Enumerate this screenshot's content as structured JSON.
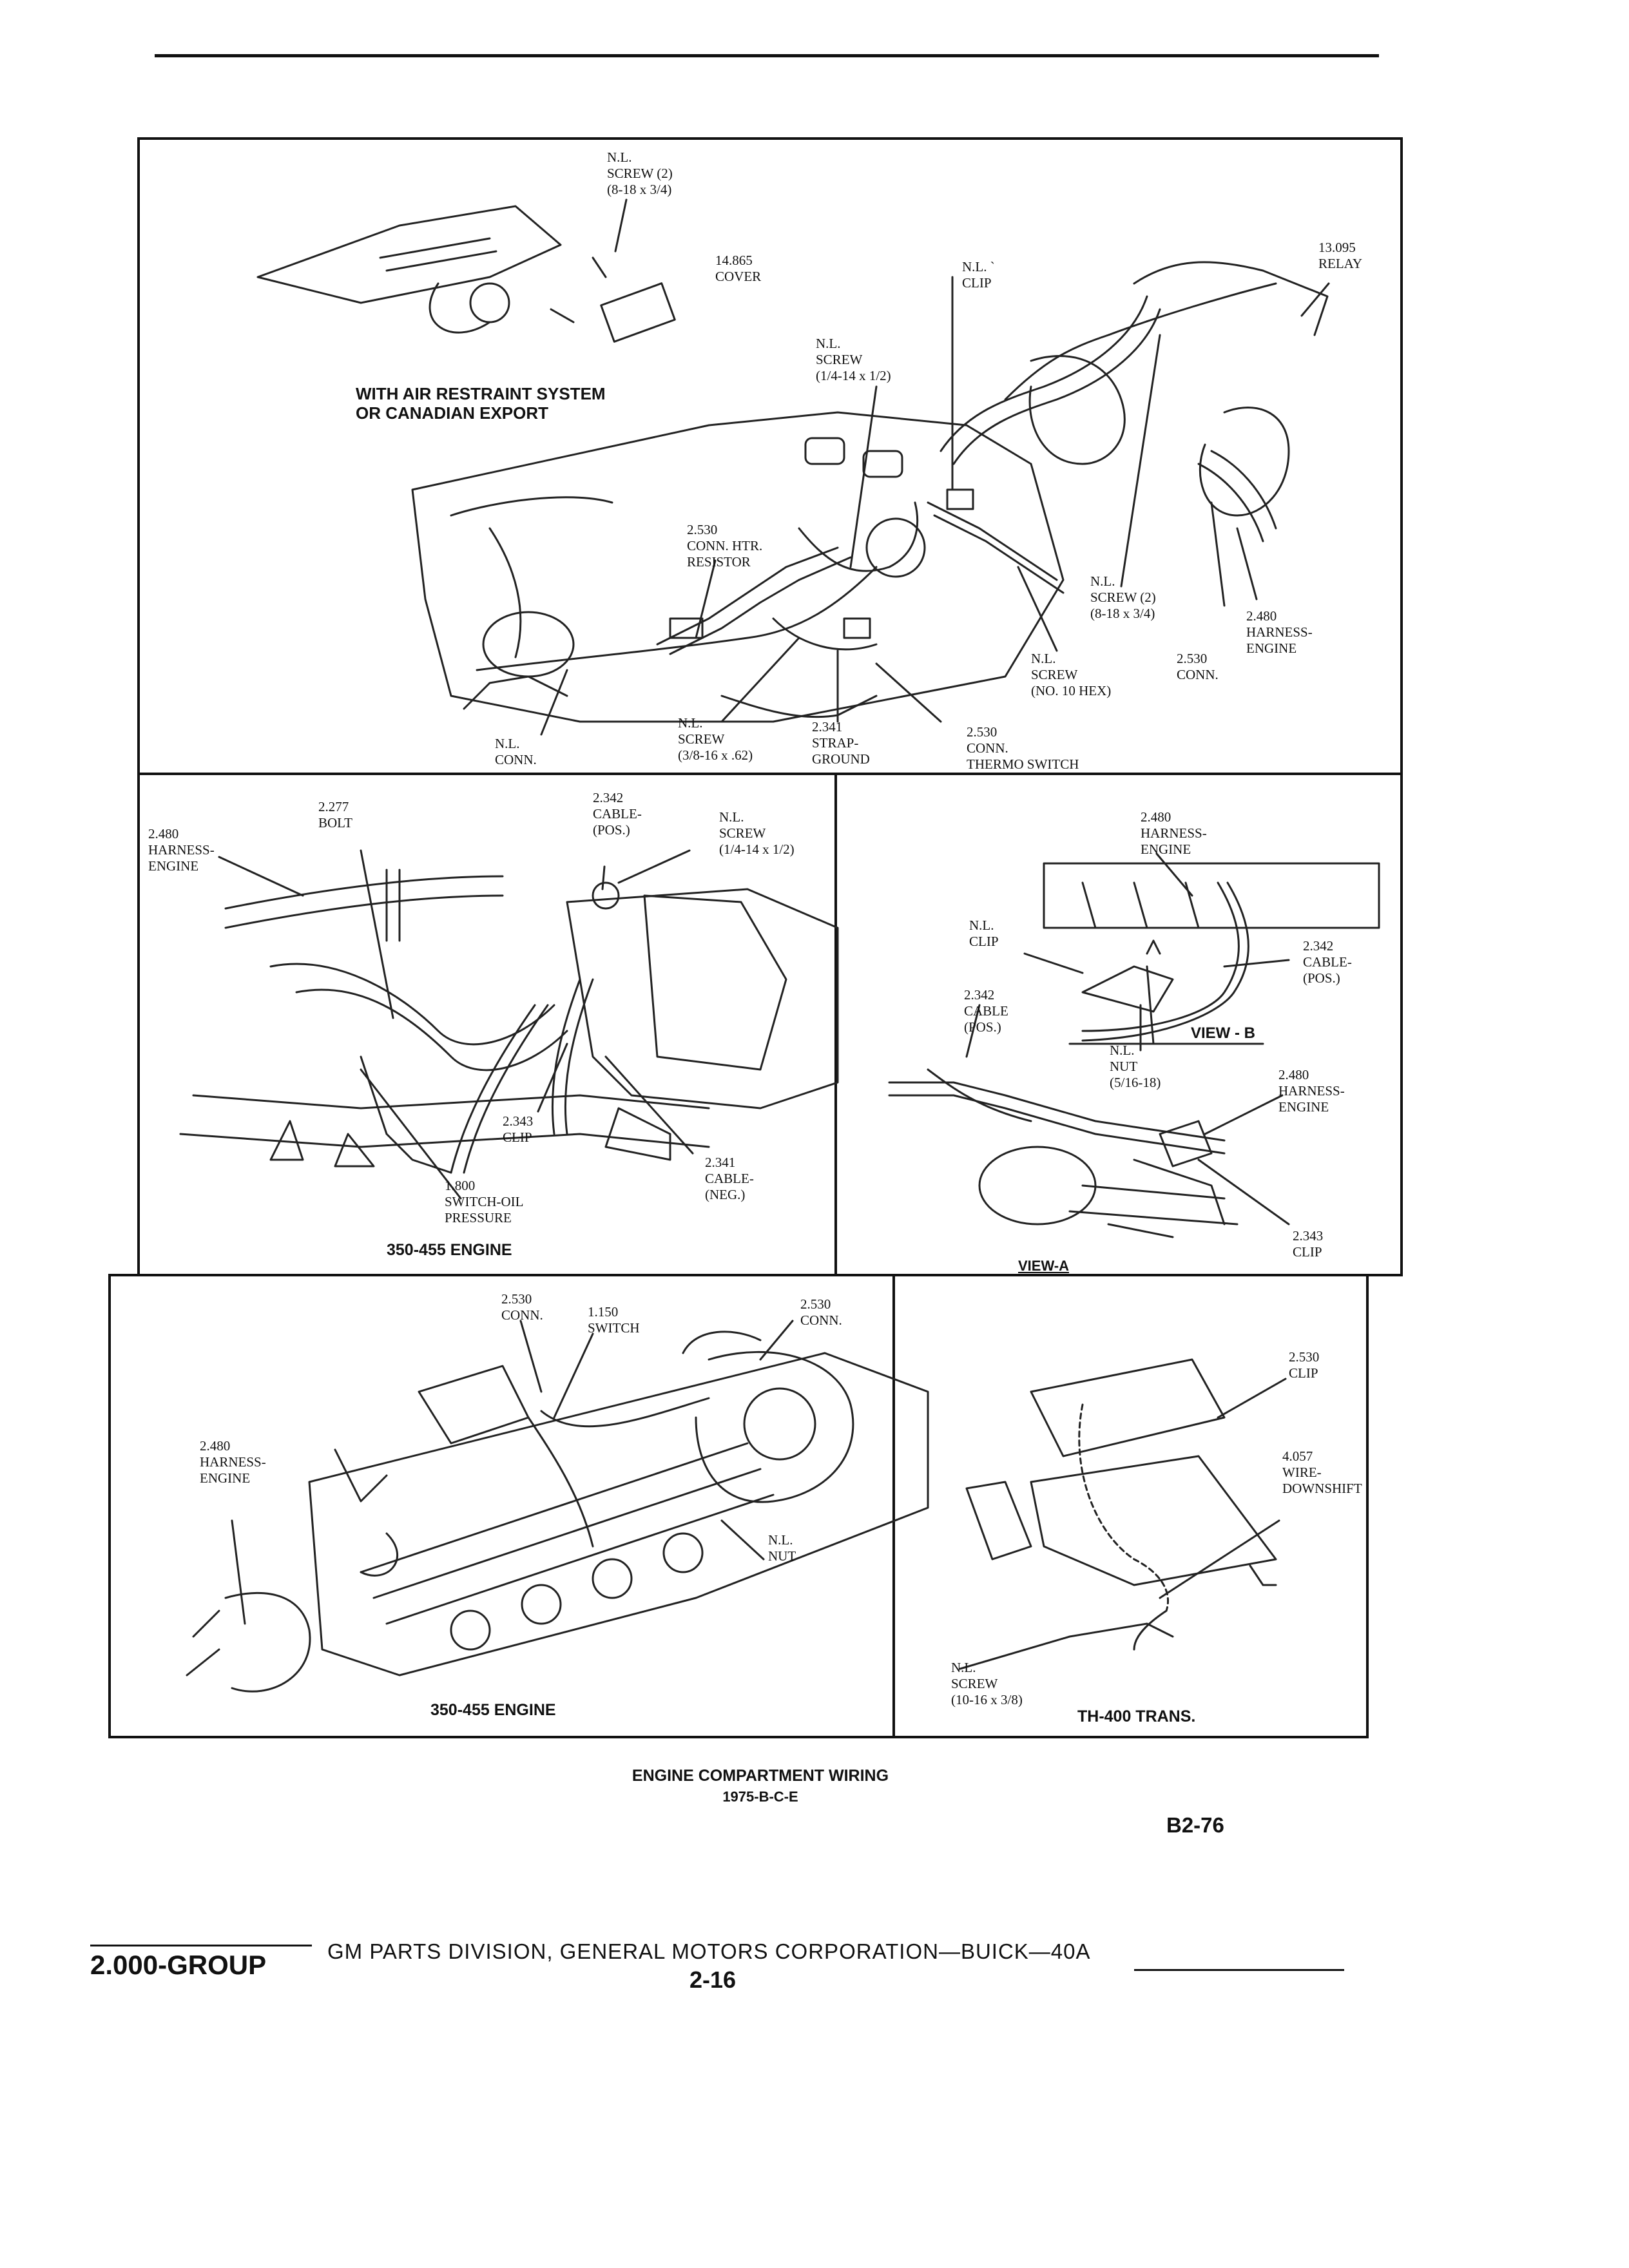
{
  "panel1": {
    "note": "WITH AIR RESTRAINT SYSTEM\nOR CANADIAN EXPORT",
    "labels": {
      "screw_top": "N.L.\nSCREW (2)\n(8-18 x 3/4)",
      "cover": "14.865\nCOVER",
      "clip": "N.L. `\nCLIP",
      "relay": "13.095\nRELAY",
      "screw_14": "N.L.\nSCREW\n(1/4-14 x 1/2)",
      "conn_htr": "2.530\nCONN. HTR.\nRESISTOR",
      "screw_2": "N.L.\nSCREW (2)\n(8-18 x 3/4)",
      "harness": "2.480\nHARNESS-\nENGINE",
      "screw_hex": "N.L.\nSCREW\n(NO. 10 HEX)",
      "conn_r": "2.530\nCONN.",
      "conn_nl": "N.L.\nCONN.",
      "screw_38": "N.L.\nSCREW\n(3/8-16 x .62)",
      "strap": "2.341\nSTRAP-\nGROUND",
      "thermo": "2.530\nCONN.\nTHERMO SWITCH"
    }
  },
  "panel2": {
    "caption": "350-455 ENGINE",
    "labels": {
      "harness": "2.480\nHARNESS-\nENGINE",
      "bolt": "2.277\nBOLT",
      "cable_pos": "2.342\nCABLE-\n(POS.)",
      "screw": "N.L.\nSCREW\n(1/4-14 x 1/2)",
      "clip": "2.343\nCLIP",
      "switch_oil": "1.800\nSWITCH-OIL\nPRESSURE",
      "cable_neg": "2.341\nCABLE-\n(NEG.)"
    }
  },
  "panel3": {
    "view_b": "VIEW - B",
    "view_a": "VIEW-A",
    "labels": {
      "harness_top": "2.480\nHARNESS-\nENGINE",
      "clip": "N.L.\nCLIP",
      "cable_r": "2.342\nCABLE-\n(POS.)",
      "cable_l": "2.342\nCABLE\n(POS.)",
      "nut": "N.L.\nNUT\n(5/16-18)",
      "harness_r": "2.480\nHARNESS-\nENGINE",
      "clip_bot": "2.343\nCLIP"
    }
  },
  "panel4": {
    "caption": "350-455 ENGINE",
    "labels": {
      "conn_l": "2.530\nCONN.",
      "switch": "1.150\nSWITCH",
      "conn_r": "2.530\nCONN.",
      "harness": "2.480\nHARNESS-\nENGINE",
      "nut": "N.L.\nNUT"
    }
  },
  "panel5": {
    "caption": "TH-400 TRANS.",
    "labels": {
      "clip": "2.530\nCLIP",
      "wire": "4.057\nWIRE-\nDOWNSHIFT",
      "screw": "N.L.\nSCREW\n(10-16 x 3/8)"
    }
  },
  "figure": {
    "title": "ENGINE COMPARTMENT WIRING",
    "subtitle": "1975-B-C-E",
    "code": "B2-76"
  },
  "footer": {
    "group": "2.000-GROUP",
    "division": "GM PARTS DIVISION, GENERAL MOTORS CORPORATION—BUICK—40A",
    "page": "2-16"
  }
}
